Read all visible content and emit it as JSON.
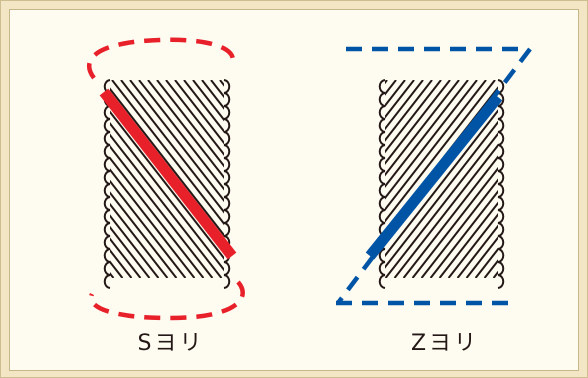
{
  "background_color": "#f2e6c4",
  "panel_color": "#fefbf1",
  "s_twist": {
    "label": "Sヨリ",
    "highlight_color": "#e8202a",
    "outline_style": "dashed-ellipses"
  },
  "z_twist": {
    "label": "Zヨリ",
    "highlight_color": "#0054a6",
    "outline_style": "dashed-parallelogram"
  },
  "strand_color": "#231815"
}
